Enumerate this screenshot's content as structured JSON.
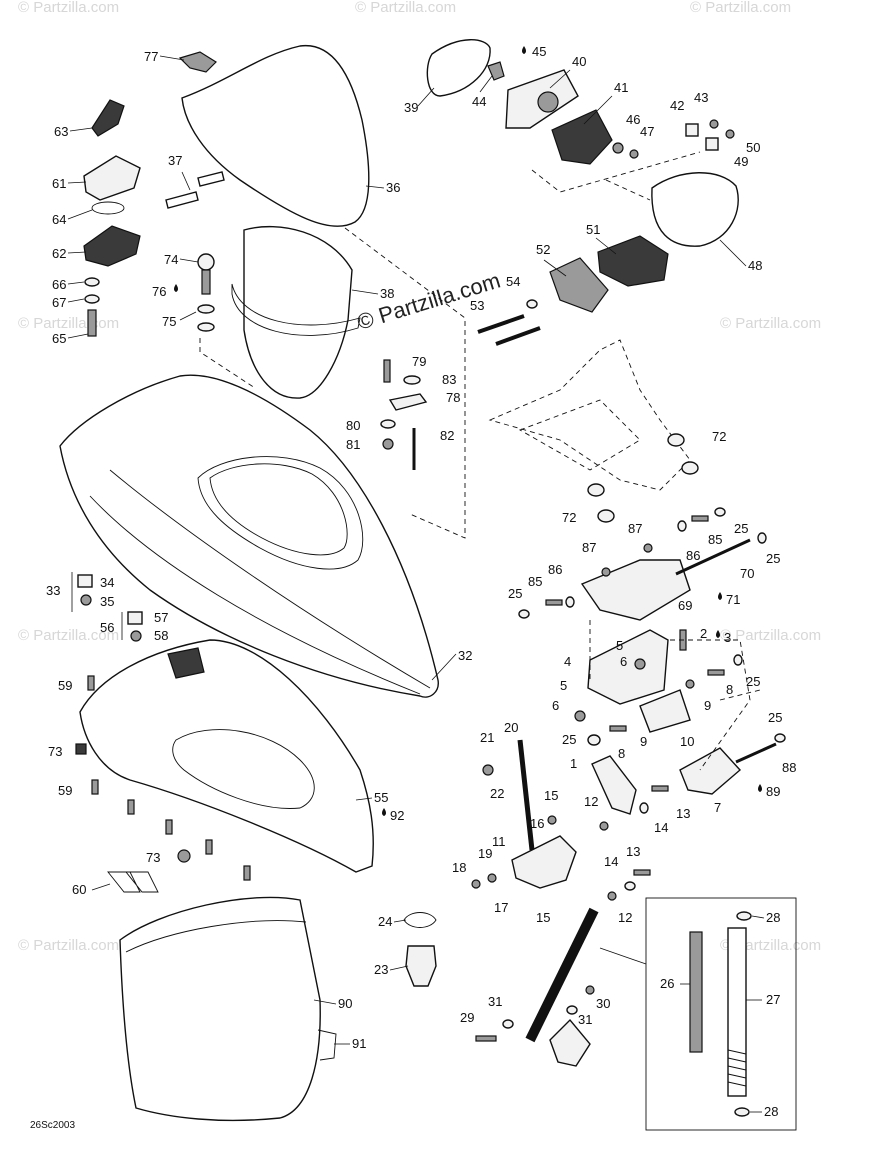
{
  "watermark": {
    "main": "© Partzilla.com",
    "tile": "© Partzilla.com"
  },
  "figure_code": "26Sc2003",
  "callouts": {
    "c77": "77",
    "c63": "63",
    "c61": "61",
    "c64": "64",
    "c62": "62",
    "c66": "66",
    "c67": "67",
    "c65": "65",
    "c37": "37",
    "c36": "36",
    "c74": "74",
    "c76": "76",
    "c75": "75",
    "c38": "38",
    "c39": "39",
    "c44": "44",
    "c45": "45",
    "c40": "40",
    "c41": "41",
    "c46": "46",
    "c47": "47",
    "c42": "42",
    "c43": "43",
    "c49": "49",
    "c50": "50",
    "c48": "48",
    "c51": "51",
    "c52": "52",
    "c54": "54",
    "c53": "53",
    "c79": "79",
    "c83": "83",
    "c78": "78",
    "c80": "80",
    "c81": "81",
    "c82": "82",
    "c72a": "72",
    "c72b": "72",
    "c87a": "87",
    "c85a": "85",
    "c25a": "25",
    "c86a": "86",
    "c25b": "25",
    "c70": "70",
    "c87b": "87",
    "c86b": "86",
    "c85b": "85",
    "c25c": "25",
    "c69": "69",
    "c71": "71",
    "c33": "33",
    "c34": "34",
    "c35": "35",
    "c56": "56",
    "c57": "57",
    "c58": "58",
    "c32": "32",
    "c5a": "5",
    "c2": "2",
    "c3": "3",
    "c6a": "6",
    "c4": "4",
    "c8a": "8",
    "c25d": "25",
    "c5b": "5",
    "c6b": "6",
    "c9a": "9",
    "c59a": "59",
    "c73a": "73",
    "c59b": "59",
    "c25e": "25",
    "c10": "10",
    "c9b": "9",
    "c8b": "8",
    "c25f": "25",
    "c21": "21",
    "c20": "20",
    "c1": "1",
    "c88": "88",
    "c7": "7",
    "c89": "89",
    "c22": "22",
    "c15a": "15",
    "c12a": "12",
    "c13a": "13",
    "c14a": "14",
    "c55": "55",
    "c92": "92",
    "c16": "16",
    "c11": "11",
    "c19": "19",
    "c18": "18",
    "c17": "17",
    "c15b": "15",
    "c14b": "14",
    "c13b": "13",
    "c12b": "12",
    "c73b": "73",
    "c60": "60",
    "c24": "24",
    "c23": "23",
    "c28a": "28",
    "c26": "26",
    "c27": "27",
    "c28b": "28",
    "c31a": "31",
    "c30": "30",
    "c29": "29",
    "c31b": "31",
    "c90": "90",
    "c91": "91"
  }
}
